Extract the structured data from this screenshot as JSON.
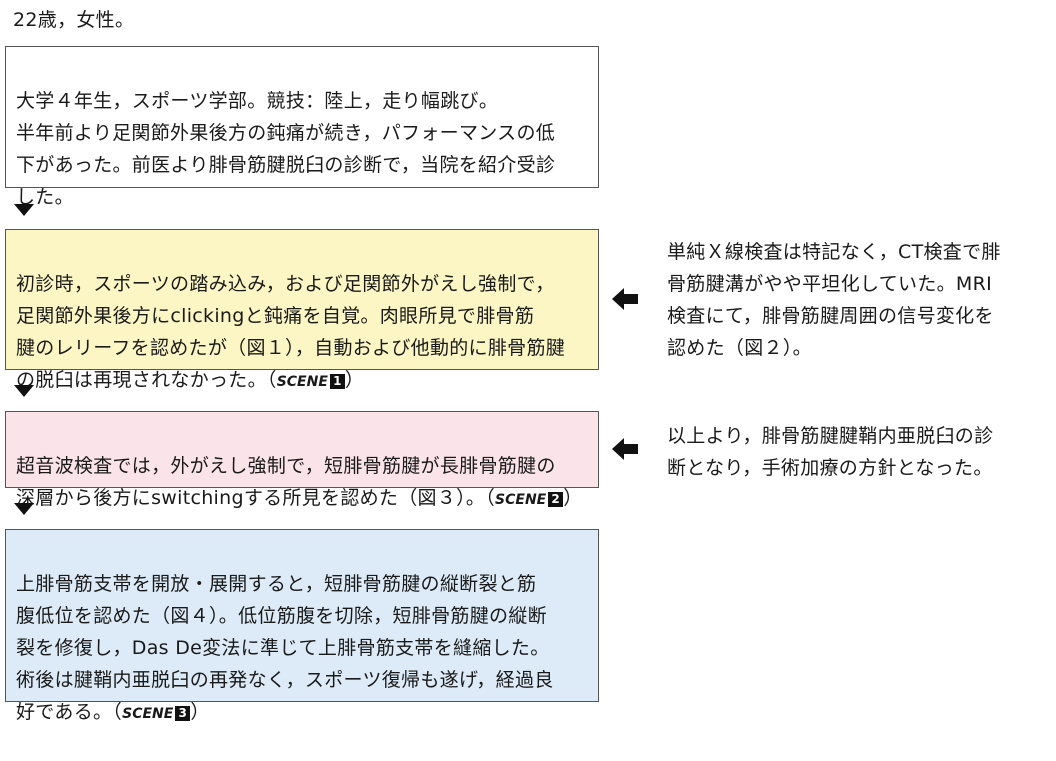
{
  "header": {
    "title": "22歳，女性。"
  },
  "colors": {
    "box_white": "#ffffff",
    "box_yellow": "#fbf6c4",
    "box_pink": "#fbe3ea",
    "box_blue": "#dcebf7",
    "border": "#555555",
    "arrow": "#111111"
  },
  "flow": {
    "box1": {
      "text": "大学４年生，スポーツ学部。競技：陸上，走り幅跳び。\n半年前より足関節外果後方の鈍痛が続き，パフォーマンスの低\n下があった。前医より腓骨筋腱脱臼の診断で，当院を紹介受診\nした。"
    },
    "box2": {
      "text": "初診時，スポーツの踏み込み，および足関節外がえし強制で，\n足関節外果後方にclickingと鈍痛を自覚。肉眼所見で腓骨筋\n腱のレリーフを認めたが（図１），自動および他動的に腓骨筋腱\nの脱臼は再現されなかった。（",
      "scene_label": "SCENE",
      "scene_number": "1",
      "close": "）"
    },
    "box3": {
      "text": "超音波検査では，外がえし強制で，短腓骨筋腱が長腓骨筋腱の\n深層から後方にswitchingする所見を認めた（図３）。（",
      "scene_label": "SCENE",
      "scene_number": "2",
      "close": "）"
    },
    "box4": {
      "text": "上腓骨筋支帯を開放・展開すると，短腓骨筋腱の縦断裂と筋\n腹低位を認めた（図４）。低位筋腹を切除，短腓骨筋腱の縦断\n裂を修復し，Das De変法に準じて上腓骨筋支帯を縫縮した。\n術後は腱鞘内亜脱臼の再発なく，スポーツ復帰も遂げ，経過良\n好である。（",
      "scene_label": "SCENE",
      "scene_number": "3",
      "close": "）"
    }
  },
  "side_notes": {
    "note1": "単純Ｘ線検査は特記なく，CT検査で腓\n骨筋腱溝がやや平坦化していた。MRI\n検査にて，腓骨筋腱周囲の信号変化を\n認めた（図２）。",
    "note2": "以上より，腓骨筋腱腱鞘内亜脱臼の診\n断となり，手術加療の方針となった。"
  }
}
